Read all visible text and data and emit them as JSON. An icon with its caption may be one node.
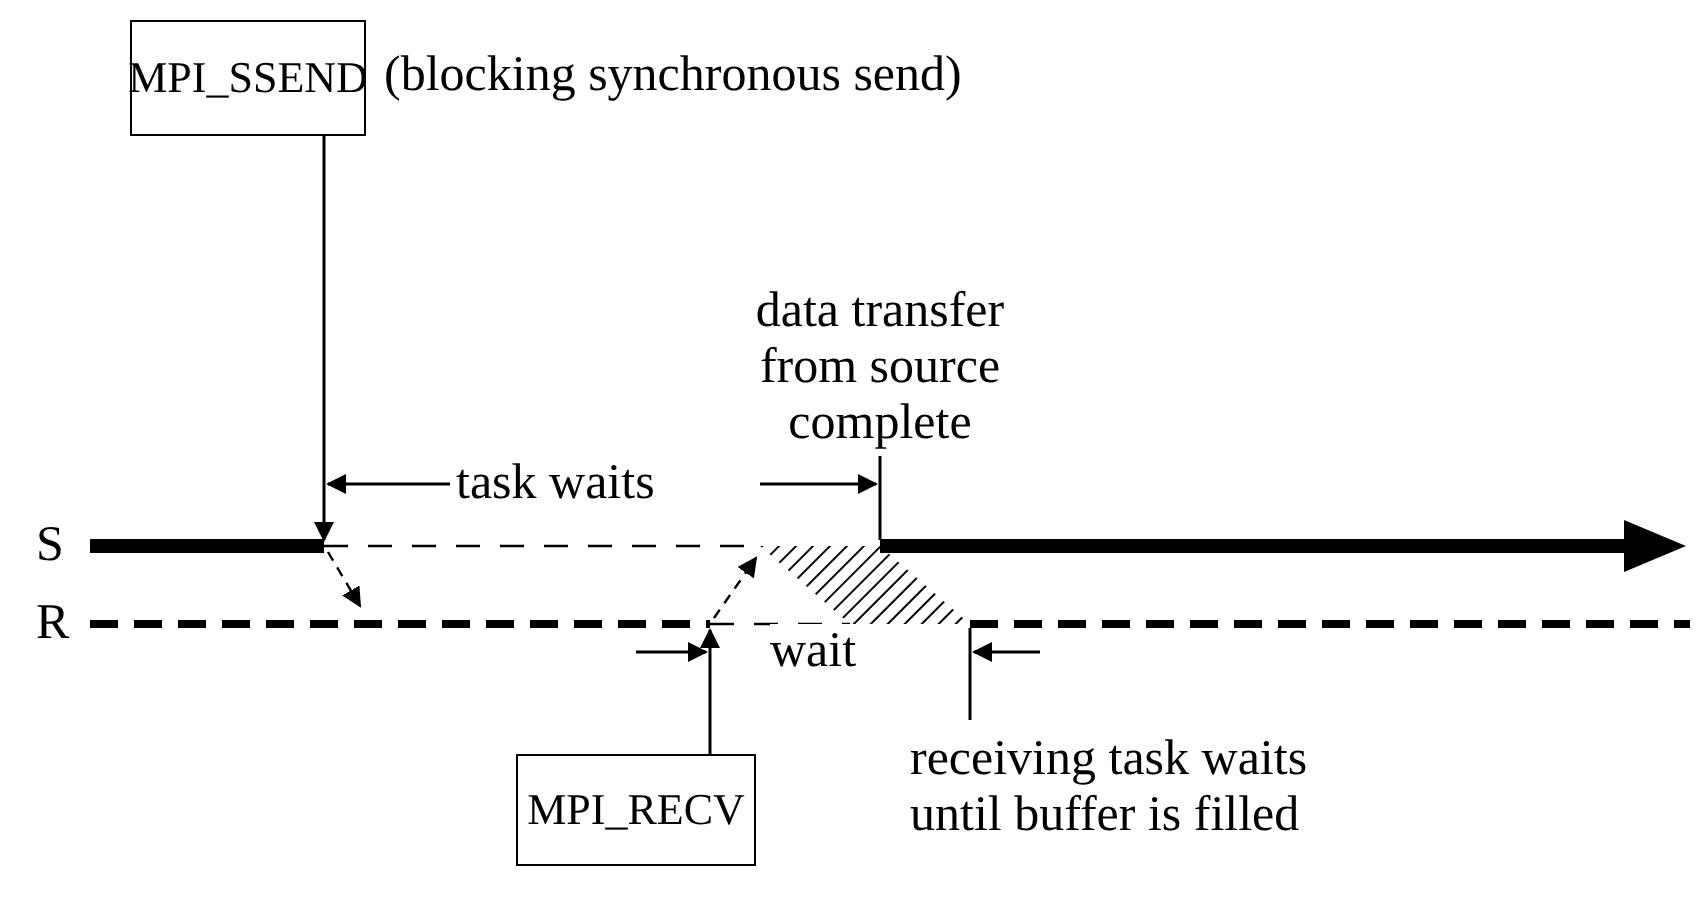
{
  "diagram": {
    "nodes": [
      {
        "text": [
          "MPI_SSEND"
        ],
        "beside": [
          "(blocking synchronous send)"
        ]
      },
      {
        "text": [
          "MPI_RECV"
        ]
      }
    ],
    "edges": [
      {
        "from": 0,
        "to": null,
        "arrow": "to"
      },
      {
        "from": 1,
        "to": null,
        "arrow": "to"
      }
    ],
    "labels": [
      "data transfer from source complete",
      "task waits",
      "S",
      "R",
      "wait",
      "receiving task waits until buffer is filled"
    ]
  }
}
